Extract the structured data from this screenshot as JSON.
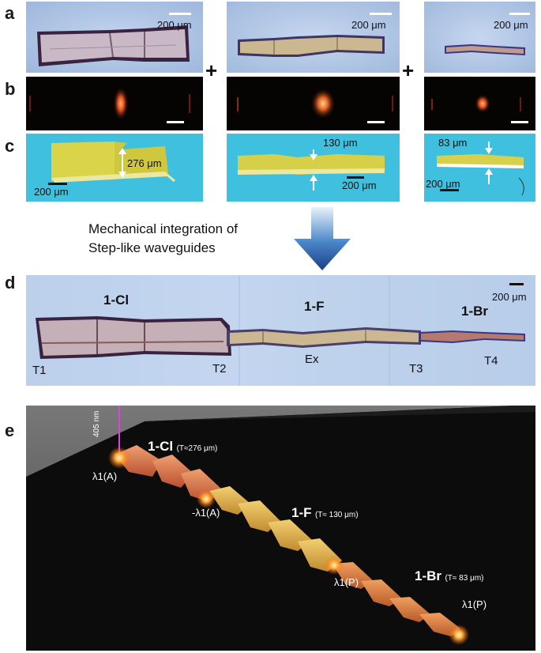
{
  "panel_labels": {
    "a": "a",
    "b": "b",
    "c": "c",
    "d": "d",
    "e": "e"
  },
  "operators": {
    "plus1": "+",
    "plus2": "+"
  },
  "row_a": {
    "scale1": "200 μm",
    "scale2": "200 μm",
    "scale3": "200 μm"
  },
  "row_c": {
    "thick1": "276 μm",
    "thick2": "130 μm",
    "thick3": "83 μm",
    "scale1": "200 μm",
    "scale2": "200 μm",
    "scale3": "200 μm"
  },
  "flow": {
    "line1": "Mechanical integration of",
    "line2": "Step-like waveguides"
  },
  "panel_d": {
    "crystal1": "1-Cl",
    "crystal2": "1-F",
    "crystal3": "1-Br",
    "scale": "200 μm",
    "terminals": [
      "T1",
      "T2",
      "Ex",
      "T3",
      "T4"
    ]
  },
  "panel_e": {
    "laser": "405 nm",
    "crystal1": "1-Cl",
    "thick1": "(T≈276 μm)",
    "crystal2": "1-F",
    "thick2": "(T≈ 130 μm)",
    "crystal3": "1-Br",
    "thick3": "(T≈ 83 μm)",
    "l1": "λ1(A)",
    "l2": "-λ1(A)",
    "l3": "λ1(P)",
    "l4": "λ1(P)"
  },
  "colors": {
    "micro_bg": "#a9c2e3",
    "dark_bg": "#050303",
    "cyan_bg": "#3ec1e0",
    "arrow": "#1d4e9a",
    "plane": "#2f2f2f"
  }
}
